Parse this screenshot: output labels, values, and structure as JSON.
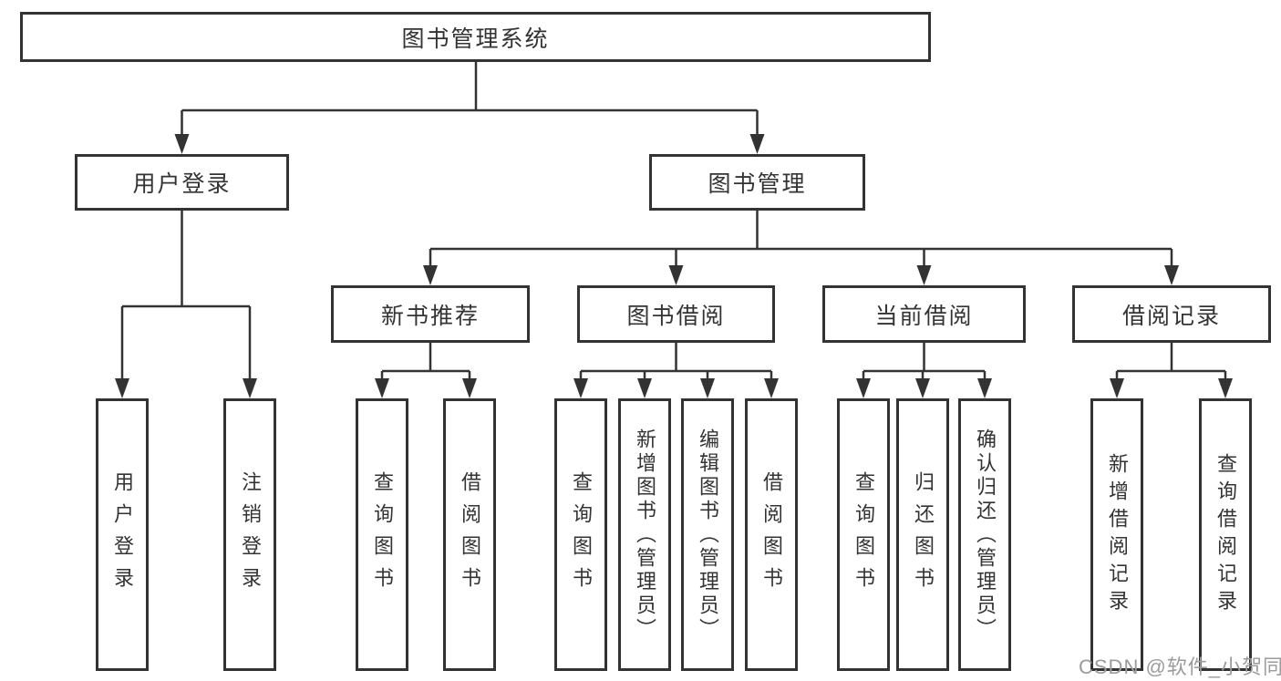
{
  "diagram": {
    "type": "hierarchy-tree",
    "title": "图书管理系统",
    "colors": {
      "line": "#333333",
      "border": "#333333",
      "text": "#333333",
      "background": "#ffffff",
      "watermark": "#9b9b9b"
    },
    "watermark": {
      "text": "CSDN @软件_小贺同学"
    },
    "nodes": {
      "root": {
        "label": "图书管理系统"
      },
      "login": {
        "label": "用户登录"
      },
      "book_mgmt": {
        "label": "图书管理"
      },
      "new_book": {
        "label": "新书推荐"
      },
      "book_borrow": {
        "label": "图书借阅"
      },
      "current_borrow": {
        "label": "当前借阅"
      },
      "borrow_records": {
        "label": "借阅记录"
      },
      "login_user_login": {
        "label": "用户登录"
      },
      "login_logout": {
        "label": "注销登录"
      },
      "newbook_query": {
        "label": "查询图书"
      },
      "newbook_borrow": {
        "label": "借阅图书"
      },
      "borrow_query": {
        "label": "查询图书"
      },
      "borrow_add": {
        "label": "新增图书（管理员）"
      },
      "borrow_edit": {
        "label": "编辑图书（管理员）"
      },
      "borrow_borrow": {
        "label": "借阅图书"
      },
      "current_query": {
        "label": "查询图书"
      },
      "current_return": {
        "label": "归还图书"
      },
      "current_confirm": {
        "label": "确认归还（管理员）"
      },
      "records_add": {
        "label": "新增借阅记录"
      },
      "records_query": {
        "label": "查询借阅记录"
      }
    },
    "hierarchy": [
      {
        "parent": "图书管理系统",
        "children": [
          "用户登录",
          "图书管理"
        ]
      },
      {
        "parent": "用户登录",
        "children": [
          "用户登录",
          "注销登录"
        ]
      },
      {
        "parent": "图书管理",
        "children": [
          "新书推荐",
          "图书借阅",
          "当前借阅",
          "借阅记录"
        ]
      },
      {
        "parent": "新书推荐",
        "children": [
          "查询图书",
          "借阅图书"
        ]
      },
      {
        "parent": "图书借阅",
        "children": [
          "查询图书",
          "新增图书（管理员）",
          "编辑图书（管理员）",
          "借阅图书"
        ]
      },
      {
        "parent": "当前借阅",
        "children": [
          "查询图书",
          "归还图书",
          "确认归还（管理员）"
        ]
      },
      {
        "parent": "借阅记录",
        "children": [
          "新增借阅记录",
          "查询借阅记录"
        ]
      }
    ]
  }
}
